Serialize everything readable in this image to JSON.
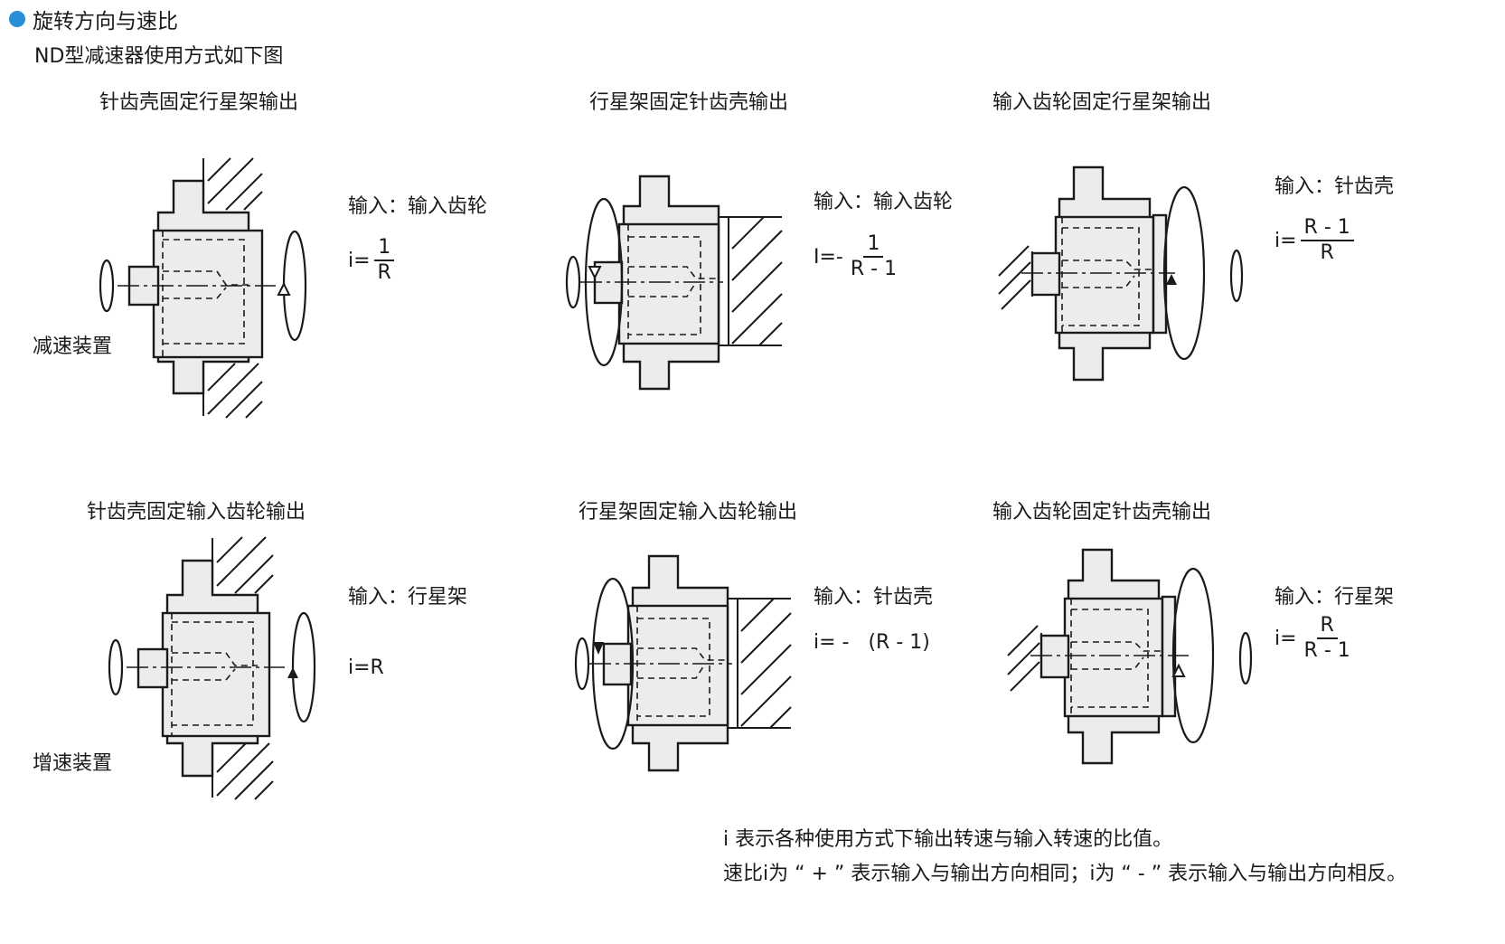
{
  "heading": {
    "text": "旋转方向与速比",
    "bullet_color": "#2a8fd6"
  },
  "intro": "ND型减速器使用方式如下图",
  "configs": [
    {
      "title": "针齿壳固定行星架输出",
      "input_label": "输入：输入齿轮",
      "ratio_prefix": "i=",
      "ratio_num": "1",
      "ratio_den": "R",
      "side_tag": "减速装置"
    },
    {
      "title": "行星架固定针齿壳输出",
      "input_label": "输入：输入齿轮",
      "ratio_prefix": "I=-",
      "ratio_num": "1",
      "ratio_den": "R - 1"
    },
    {
      "title": "输入齿轮固定行星架输出",
      "input_label": "输入：针齿壳",
      "ratio_prefix": "i=",
      "ratio_num": "R - 1",
      "ratio_den": "R"
    },
    {
      "title": "针齿壳固定输入齿轮输出",
      "input_label": "输入：行星架",
      "ratio_text": "i=R",
      "side_tag": "增速装置"
    },
    {
      "title": "行星架固定输入齿轮输出",
      "input_label": "输入：针齿壳",
      "ratio_text": "i= -   (R - 1)"
    },
    {
      "title": "输入齿轮固定针齿壳输出",
      "input_label": "输入：行星架",
      "ratio_prefix": "i=",
      "ratio_num": "R",
      "ratio_den": "R - 1"
    }
  ],
  "notes": [
    "i 表示各种使用方式下输出转速与输入转速的比值。",
    "速比i为 “ + ” 表示输入与输出方向相同；i为 “ - ” 表示输入与输出方向相反。"
  ]
}
